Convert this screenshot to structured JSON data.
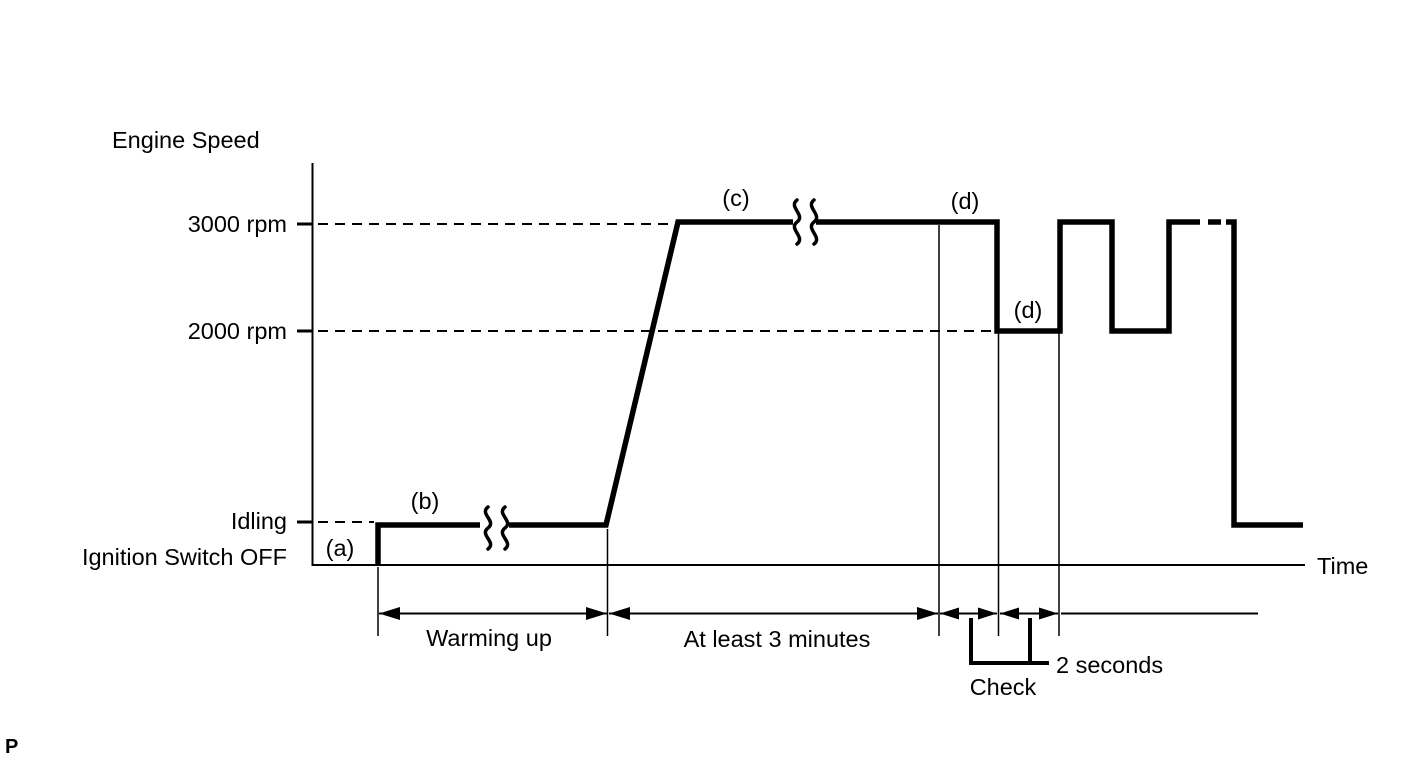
{
  "page": {
    "corner_mark": "P"
  },
  "colors": {
    "ink": "#000000",
    "background": "#ffffff"
  },
  "diagram": {
    "y_axis_title": "Engine Speed",
    "x_axis_title": "Time",
    "levels": [
      {
        "label": "3000 rpm"
      },
      {
        "label": "2000 rpm"
      },
      {
        "label": "Idling"
      },
      {
        "label": "Ignition Switch OFF"
      }
    ],
    "phases": {
      "a": "(a)",
      "b": "(b)",
      "c": "(c)",
      "d_high": "(d)",
      "d_low": "(d)"
    },
    "intervals": {
      "warming_up": "Warming up",
      "at_least_3_minutes": "At least 3 minutes",
      "two_seconds": "2 seconds",
      "check": "Check"
    },
    "trace": {
      "type": "step-line",
      "levels_sequence": [
        "Ignition Switch OFF",
        "Idling",
        "3000 rpm",
        "2000 rpm",
        "3000 rpm",
        "2000 rpm",
        "3000 rpm",
        "Idling"
      ],
      "break_marks_on": [
        "Idling plateau",
        "3000 rpm plateau"
      ],
      "dashed_portion": "last 3000 rpm plateau before final drop to Idling"
    }
  }
}
